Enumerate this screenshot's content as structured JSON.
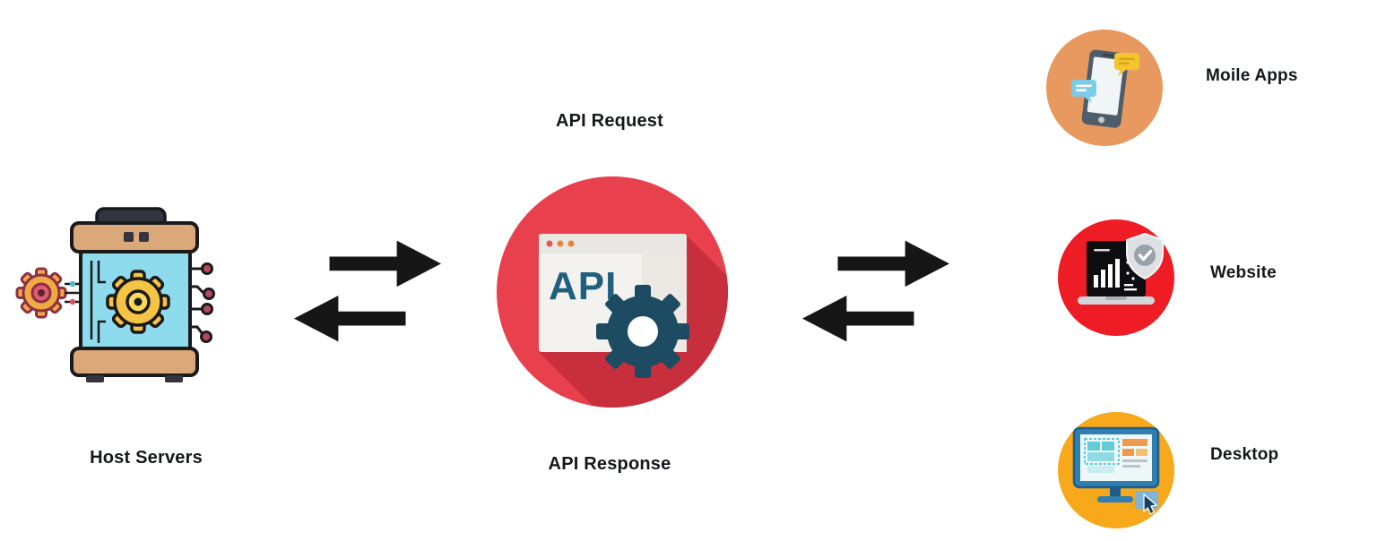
{
  "page": {
    "background": "#ffffff"
  },
  "diagram": {
    "left_node": {
      "label": "Host Servers",
      "icon": "host-server-gears-icon"
    },
    "center_node": {
      "label_top": "API Request",
      "label_bottom": "API Response",
      "api_text": "API",
      "icon": "api-browser-gear-icon"
    },
    "connectors": [
      {
        "icon": "bidirectional-arrows-icon",
        "position": "left"
      },
      {
        "icon": "bidirectional-arrows-icon",
        "position": "right"
      }
    ],
    "right_nodes": [
      {
        "label": "Moile Apps",
        "icon": "smartphone-chat-icon"
      },
      {
        "label": "Website",
        "icon": "laptop-analytics-shield-icon"
      },
      {
        "label": "Desktop",
        "icon": "desktop-design-cursor-icon"
      }
    ]
  },
  "colors": {
    "center_circle": "#e8404d",
    "center_circle_shadow": "#c72f3d",
    "api_text": "#20607f",
    "gear": "#1d4b61",
    "arrow": "#161616",
    "mobile_circle": "#e8995f",
    "website_circle": "#ee1c25",
    "desktop_circle": "#f7a81b",
    "label_text": "#15181b"
  }
}
